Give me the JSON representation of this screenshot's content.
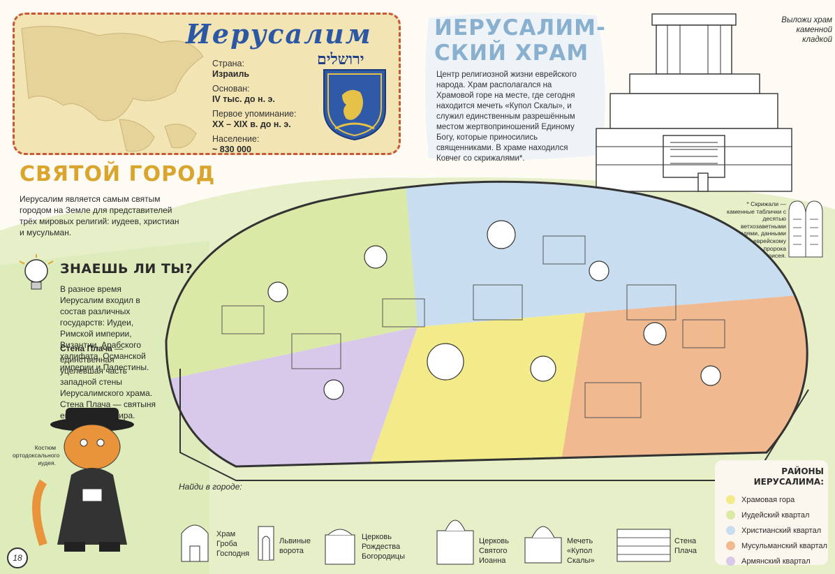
{
  "city_card": {
    "title": "Иерусалим",
    "hebrew_name": "ירושלים",
    "facts": [
      {
        "label": "Страна:",
        "value": "Израиль"
      },
      {
        "label": "Основан:",
        "value": "IV тыс. до н. э."
      },
      {
        "label": "Первое упоминание:",
        "value": "XX – XIX в. до н. э."
      },
      {
        "label": "Население:",
        "value": "~ 830 000"
      }
    ]
  },
  "temple": {
    "title_line1": "ИЕРУСАЛИМ-",
    "title_line2": "СКИЙ ХРАМ",
    "text": "Центр религиозной жизни еврейского народа. Храм располагался на Храмовой горе на месте, где сегодня находится мечеть «Купол Скалы», и служил единственным разрешённым местом жертвоприношений Единому Богу, которые приносились священниками. В храме находился Ковчег со скрижалями*.",
    "lay_hint": "Выложи храм каменной кладкой",
    "tablet_note": "* Скрижали — каменные таблички с десятью ветхозаветными заповедями, данными Богом еврейскому народу через пророка Моисея."
  },
  "holy_city": {
    "title": "СВЯТОЙ ГОРОД",
    "text": "Иерусалим является самым святым городом на Земле для представителей трёх мировых религий: иудеев, христиан и мусульман."
  },
  "did_you_know": {
    "title": "ЗНАЕШЬ ЛИ ТЫ?",
    "text": "В разное время Иерусалим входил в состав различных государств: Иудеи, Римской империи, Византии, Арабского халифата, Османской империи и Палестины.",
    "wall_bold": "Стена Плача",
    "wall_text": " — единственная уцелевшая часть западной стены Иерусалимского храма. Стена Плача — святыня евреев всего мира."
  },
  "costume_note": "Костюм ортодоксального иудея.",
  "find": {
    "title": "Найди в городе:",
    "items": [
      {
        "label": "Храм Гроба Господня"
      },
      {
        "label": "Львиные ворота"
      },
      {
        "label": "Церковь Рождества Богородицы"
      },
      {
        "label": "Церковь Святого Иоанна"
      },
      {
        "label": "Мечеть «Купол Скалы»"
      },
      {
        "label": "Стена Плача"
      }
    ]
  },
  "legend": {
    "title": "РАЙОНЫ ИЕРУСАЛИМА:",
    "items": [
      {
        "label": "Храмовая гора",
        "color": "#f3ea8a"
      },
      {
        "label": "Иудейский квартал",
        "color": "#dbe9a7"
      },
      {
        "label": "Христианский квартал",
        "color": "#c8def0"
      },
      {
        "label": "Мусульманский квартал",
        "color": "#f0b98f"
      },
      {
        "label": "Армянский квартал",
        "color": "#d8c8ea"
      }
    ]
  },
  "page_number": "18",
  "colors": {
    "temple_mount": "#f3ea8a",
    "jewish": "#dbe9a7",
    "christian": "#c8def0",
    "muslim": "#f0b98f",
    "armenian": "#d8c8ea",
    "accent_red": "#c6573a",
    "title_blue": "#2c57a4",
    "title_yellow": "#d9a52d"
  }
}
